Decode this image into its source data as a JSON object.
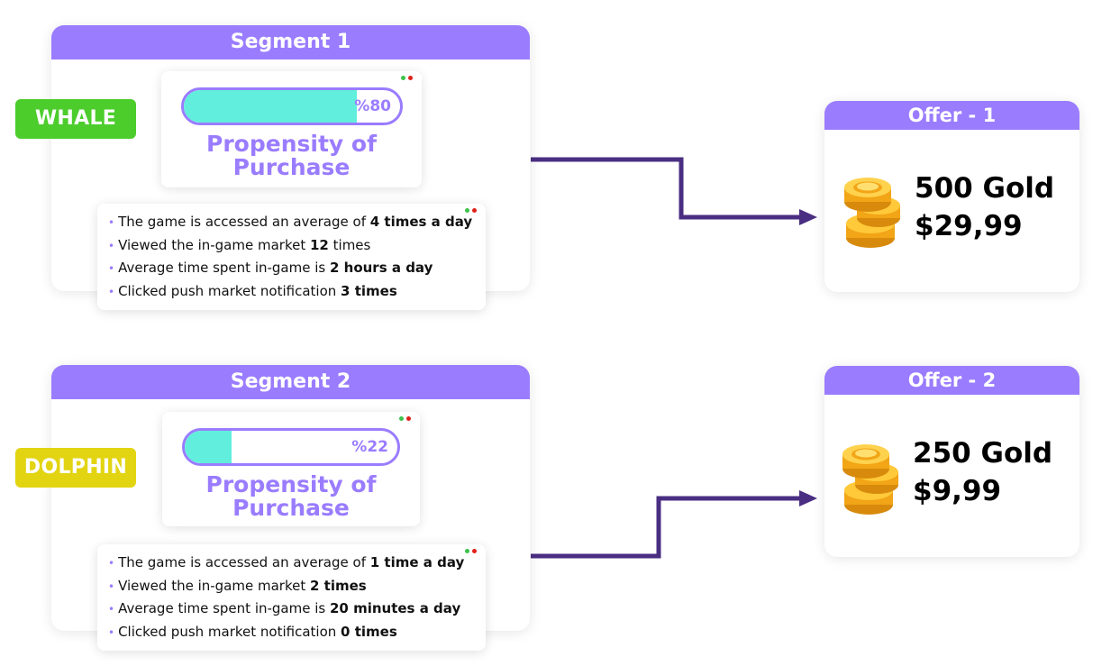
{
  "colors": {
    "accent": "#9a7cff",
    "connector": "#4a2e82",
    "fill": "#62eedc",
    "whale": "#4ccd2c",
    "dolphin": "#e3d412"
  },
  "segments": [
    {
      "title": "Segment 1",
      "tag": "WHALE",
      "propensity": {
        "value": 0.8,
        "label": "%80",
        "title_line1": "Propensity of",
        "title_line2": "Purchase"
      },
      "stats": [
        {
          "pre": "The game is accessed an average of ",
          "bold": "4 times a day",
          "post": ""
        },
        {
          "pre": "Viewed the in-game market ",
          "bold": "12",
          "post": " times"
        },
        {
          "pre": "Average time spent in-game is ",
          "bold": "2 hours a day",
          "post": ""
        },
        {
          "pre": "Clicked push market notification ",
          "bold": "3 times",
          "post": ""
        }
      ]
    },
    {
      "title": "Segment 2",
      "tag": "DOLPHIN",
      "propensity": {
        "value": 0.22,
        "label": "%22",
        "title_line1": "Propensity of",
        "title_line2": "Purchase"
      },
      "stats": [
        {
          "pre": "The game is accessed an average of ",
          "bold": "1 time a day",
          "post": ""
        },
        {
          "pre": "Viewed the in-game market ",
          "bold": "2 times",
          "post": ""
        },
        {
          "pre": "Average time spent in-game is ",
          "bold": "20 minutes a day",
          "post": ""
        },
        {
          "pre": "Clicked push market notification ",
          "bold": "0 times",
          "post": ""
        }
      ]
    }
  ],
  "offers": [
    {
      "title": "Offer - 1",
      "amount": "500 Gold",
      "price": "$29,99",
      "icon": "gold-coins-icon"
    },
    {
      "title": "Offer - 2",
      "amount": "250 Gold",
      "price": "$9,99",
      "icon": "gold-coins-icon"
    }
  ]
}
